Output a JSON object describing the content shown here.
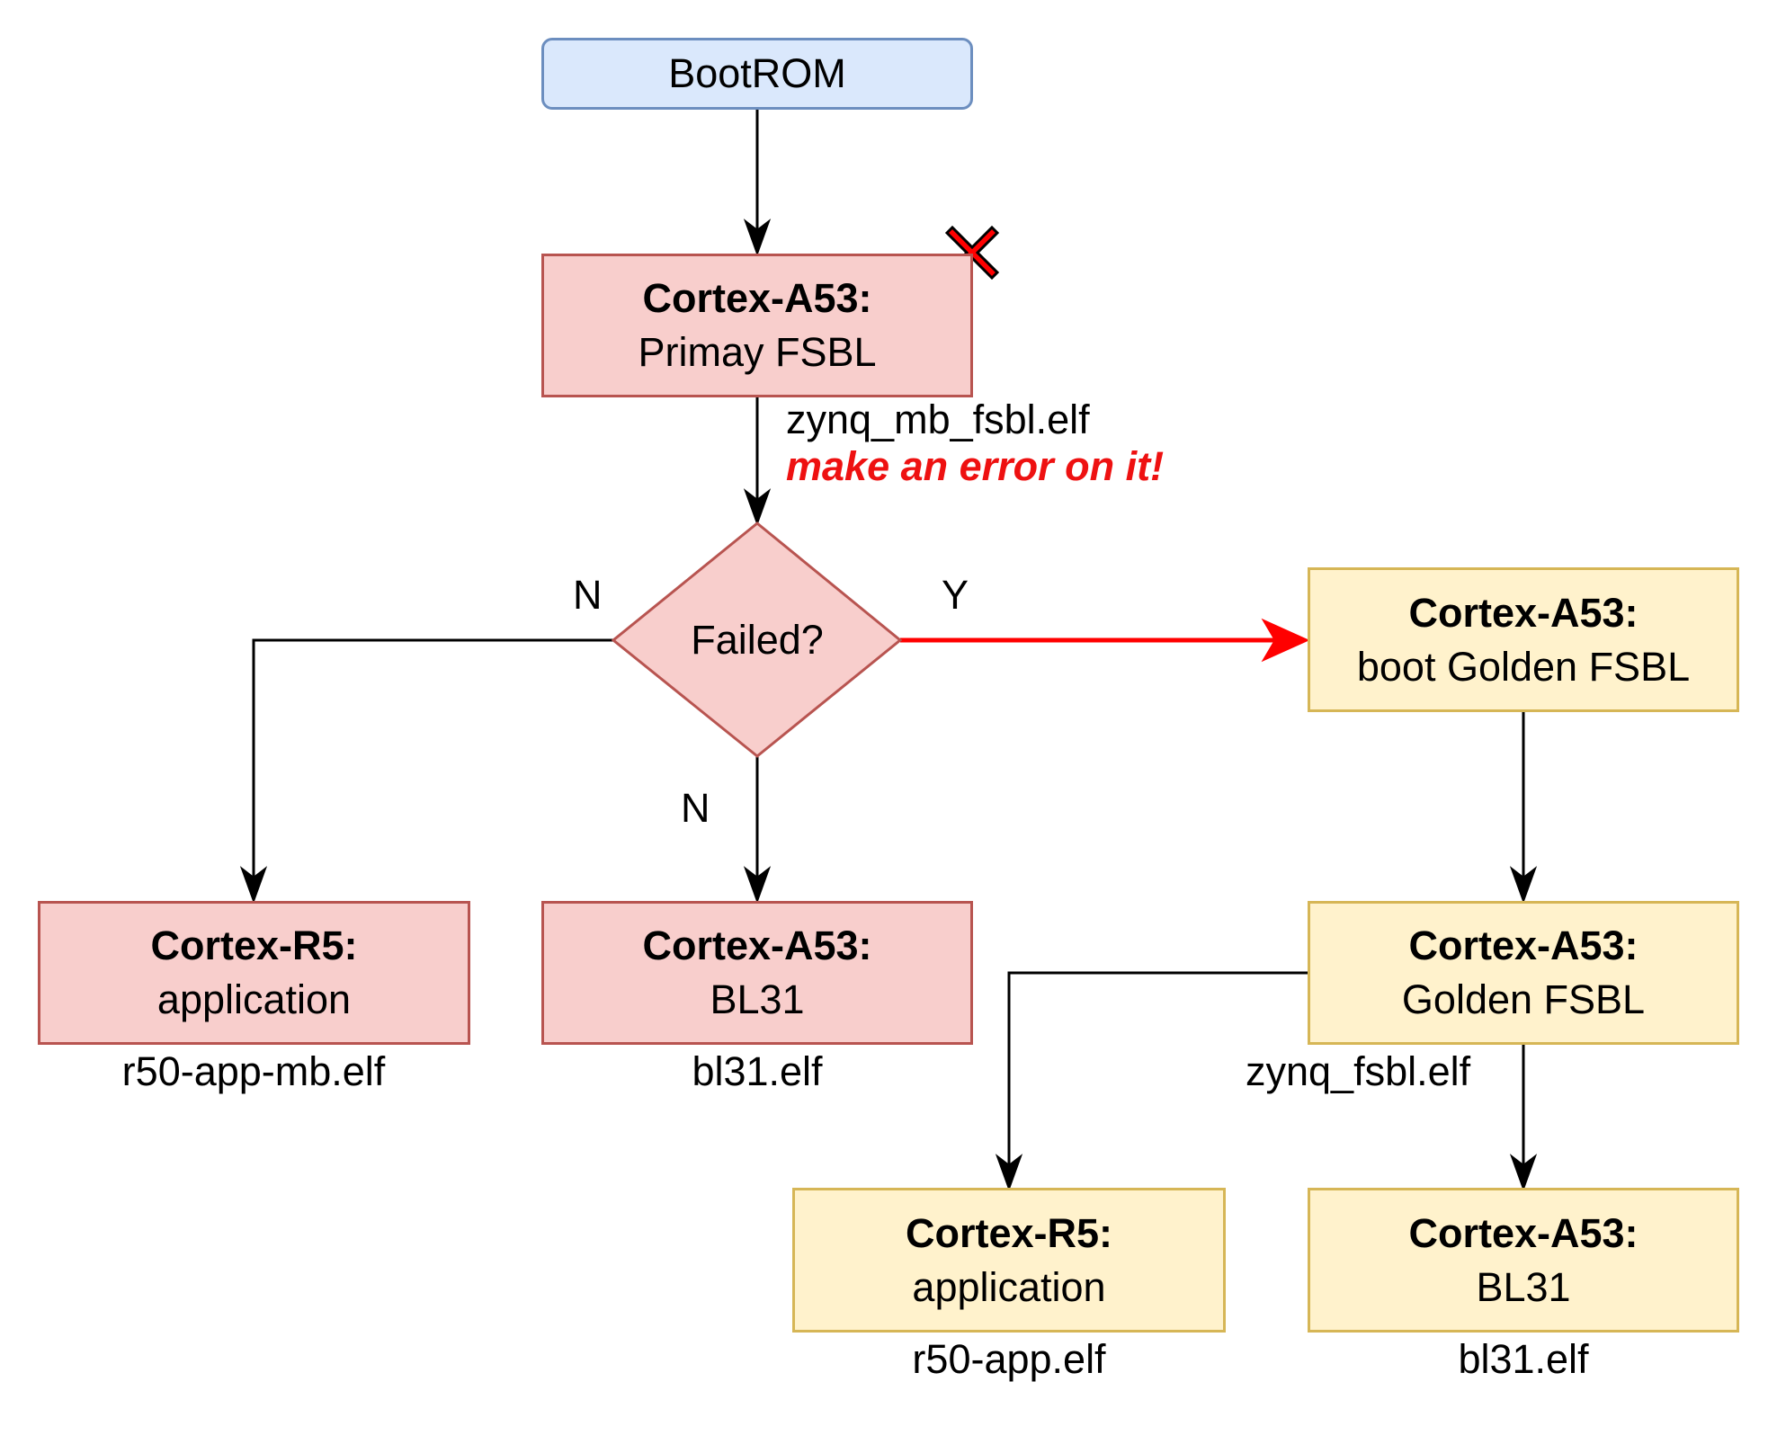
{
  "diagram": {
    "nodes": {
      "bootrom": {
        "text": "BootROM"
      },
      "primary_fsbl": {
        "title": "Cortex-A53:",
        "subtitle": "Primay FSBL",
        "file": "zynq_mb_fsbl.elf",
        "note": "make an error on it!",
        "error_marker": "red-x"
      },
      "decision": {
        "text": "Failed?"
      },
      "r5_app_mb": {
        "title": "Cortex-R5:",
        "subtitle": "application",
        "file": "r50-app-mb.elf"
      },
      "bl31_primary": {
        "title": "Cortex-A53:",
        "subtitle": "BL31",
        "file": "bl31.elf"
      },
      "boot_golden": {
        "title": "Cortex-A53:",
        "subtitle": "boot Golden FSBL"
      },
      "golden_fsbl": {
        "title": "Cortex-A53:",
        "subtitle": "Golden FSBL",
        "file": "zynq_fsbl.elf"
      },
      "r5_app_golden": {
        "title": "Cortex-R5:",
        "subtitle": "application",
        "file": "r50-app.elf"
      },
      "bl31_golden": {
        "title": "Cortex-A53:",
        "subtitle": "BL31",
        "file": "bl31.elf"
      }
    },
    "edge_labels": {
      "no_left": "N",
      "no_down": "N",
      "yes_right": "Y"
    },
    "colors": {
      "blue_fill": "#dae8fc",
      "blue_stroke": "#6c8ebf",
      "red_fill": "#f8cecc",
      "red_stroke": "#b85450",
      "yellow_fill": "#fff2cc",
      "yellow_stroke": "#d6b656",
      "failure_path": "#ff0000",
      "error_text": "#ee1111"
    }
  }
}
